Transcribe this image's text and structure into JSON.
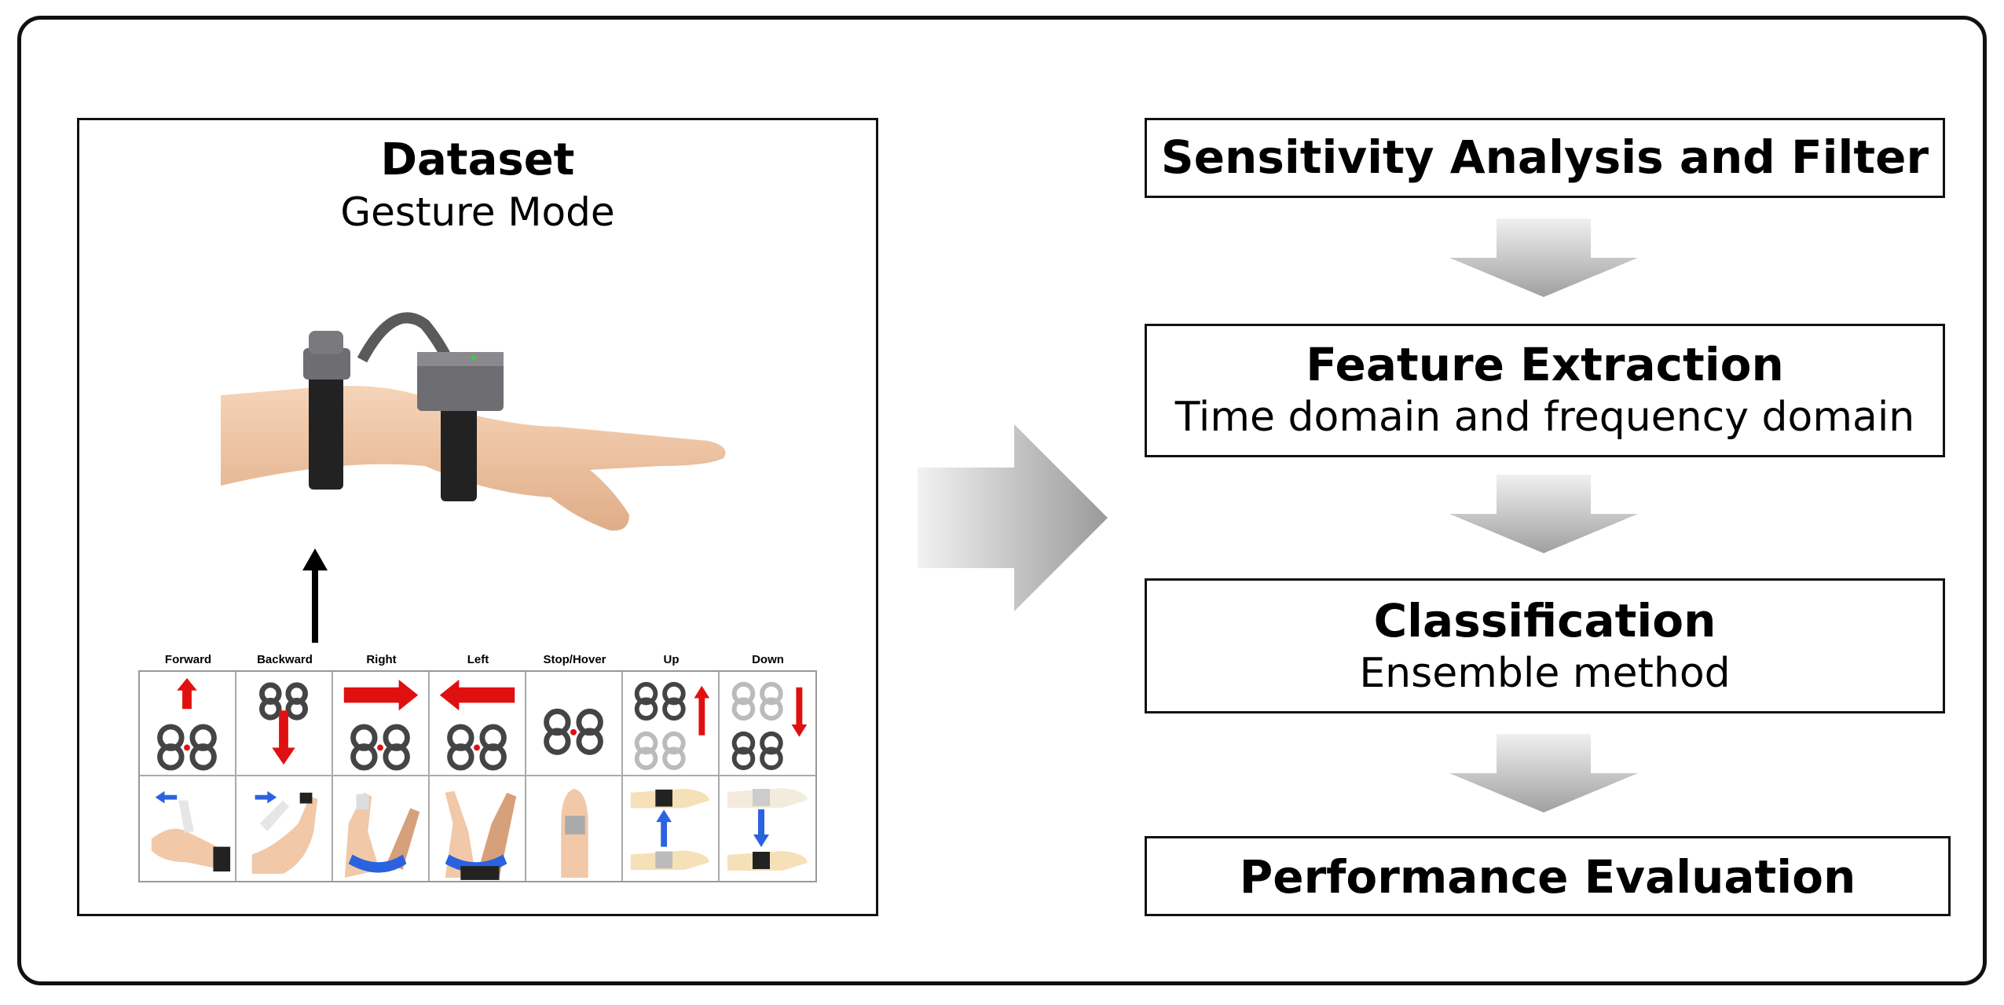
{
  "dataset": {
    "title": "Dataset",
    "subtitle": "Gesture Mode",
    "gestures": [
      "Forward",
      "Backward",
      "Right",
      "Left",
      "Stop/Hover",
      "Up",
      "Down"
    ]
  },
  "pipeline": {
    "steps": [
      {
        "title": "Sensitivity Analysis and Filter",
        "subtitle": ""
      },
      {
        "title": "Feature Extraction",
        "subtitle": "Time domain and frequency domain"
      },
      {
        "title": "Classification",
        "subtitle": "Ensemble method"
      },
      {
        "title": "Performance Evaluation",
        "subtitle": ""
      }
    ]
  },
  "colors": {
    "border": "#111111",
    "red_arrow": "#e01010",
    "blue_arrow": "#2a62e0",
    "gray_arrow": "#a8a8a8",
    "skin": "#f1c8a8",
    "device": "#6e6e72"
  }
}
